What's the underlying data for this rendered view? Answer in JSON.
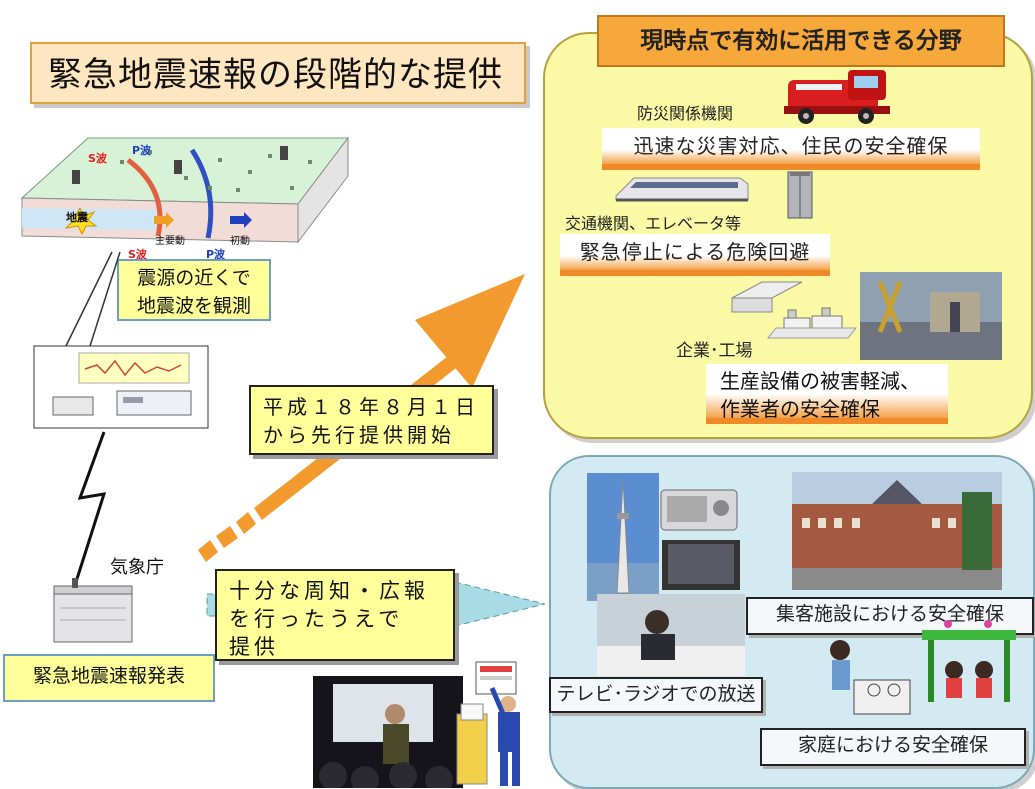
{
  "title": "緊急地震速報の段階的な提供",
  "map": {
    "s_wave": "S波",
    "p_wave": "P波",
    "epicenter": "地震",
    "main_motion": "主要動",
    "initial_motion": "初動"
  },
  "observation_note": [
    "震源の近くで",
    "地震波を観測"
  ],
  "jma_label": "気象庁",
  "announcement_label": "緊急地震速報発表",
  "notes": {
    "advance": [
      "平成１８年８月１日",
      "から先行提供開始"
    ],
    "after_notice": [
      "十分な周知・広報",
      "を行ったうえで",
      "提供"
    ]
  },
  "top_panel": {
    "title": "現時点で有効に活用できる分野",
    "disaster_org": "防災関係機関",
    "disaster_action": "迅速な災害対応、住民の安全確保",
    "transport": "交通機関、エレベータ等",
    "transport_action": "緊急停止による危険回避",
    "factory": "企業･工場",
    "factory_action": [
      "生産設備の被害軽減、",
      "作業者の安全確保"
    ]
  },
  "bottom_panel": {
    "broadcast": "テレビ･ラジオでの放送",
    "facility": "集客施設における安全確保",
    "home": "家庭における安全確保"
  },
  "colors": {
    "orange_arrow": "#f29a2e",
    "top_panel_bg": "#fafaa6",
    "bottom_panel_bg": "#d3eaf2",
    "note_bg": "#ffff99",
    "blue_arrow": "#a9dbe6"
  }
}
